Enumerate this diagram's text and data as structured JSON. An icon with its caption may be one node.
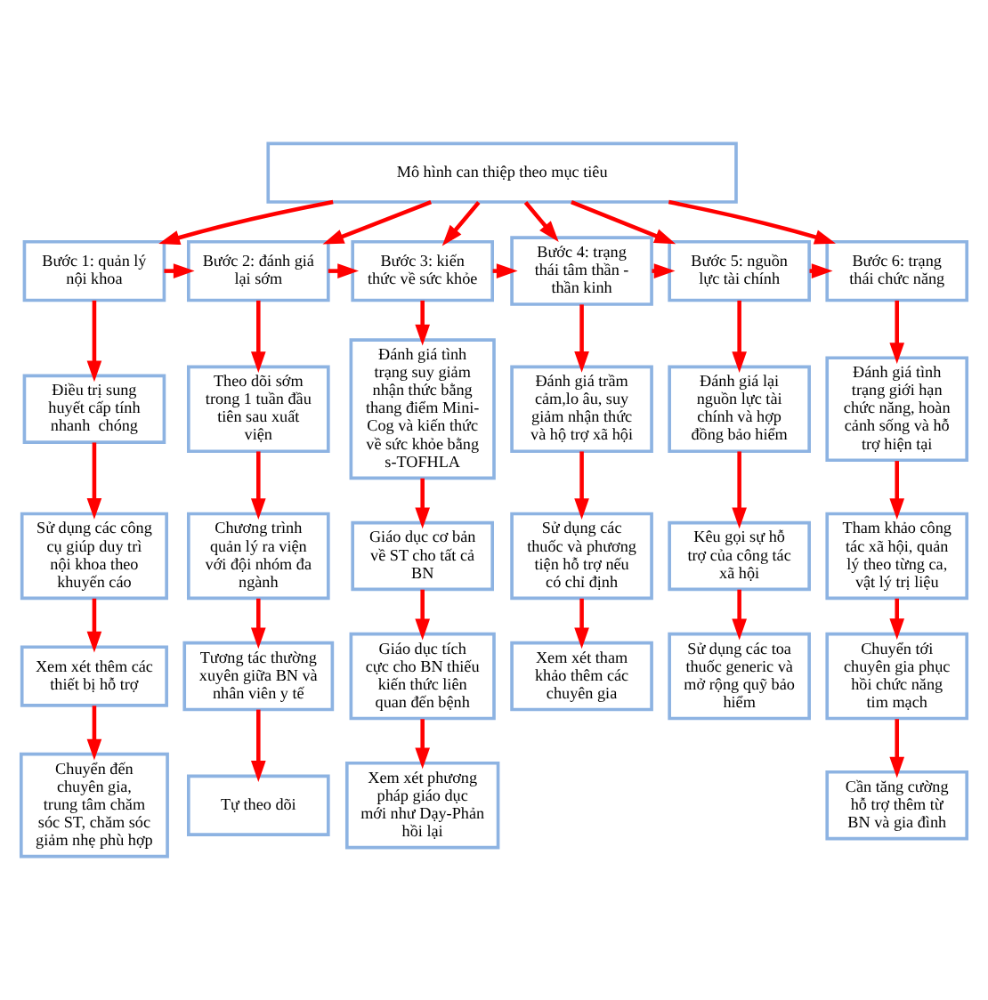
{
  "diagram": {
    "nodes": [
      {
        "text": [
          "Mô hình can thiệp theo mục tiêu"
        ]
      },
      {
        "text": [
          "Bước 1: quản lý nội khoa"
        ]
      },
      {
        "text": [
          "Bước 2: đánh giá lại sớm"
        ]
      },
      {
        "text": [
          "Bước 3: kiến thức về sức khỏe"
        ]
      },
      {
        "text": [
          "Bước 4: trạng thái tâm thần - thần kinh"
        ]
      },
      {
        "text": [
          "Bước 5: nguồn lực tài chính"
        ]
      },
      {
        "text": [
          "Bước 6: trạng thái chức năng"
        ]
      },
      {
        "text": [
          "Điều trị sung huyết cấp tính nhanh  chóng"
        ]
      },
      {
        "text": [
          "Sử dụng các công cụ giúp duy trì nội khoa theo khuyến cáo"
        ]
      },
      {
        "text": [
          "Xem xét thêm các thiết bị hỗ trợ"
        ]
      },
      {
        "text": [
          "Chuyển đến chuyên gia, trung tâm chăm sóc ST, chăm sóc giảm nhẹ phù hợp"
        ]
      },
      {
        "text": [
          "Theo dõi sớm trong 1 tuần đầu tiên sau xuất viện"
        ]
      },
      {
        "text": [
          "Chương trình quản lý ra viện với đội nhóm đa ngành"
        ]
      },
      {
        "text": [
          "Tương tác thường xuyên giữa BN và nhân viên y tế"
        ]
      },
      {
        "text": [
          "Tự theo dõi"
        ]
      },
      {
        "text": [
          "Đánh giá tình trạng suy giảm nhận thức bằng thang điểm Mini-Cog và kiến thức về sức khỏe bằng s-TOFHLA"
        ]
      },
      {
        "text": [
          "Giáo dục cơ bản về ST cho tất cả BN"
        ]
      },
      {
        "text": [
          "Giáo dục tích cực cho BN thiếu kiến thức liên quan đến bệnh"
        ]
      },
      {
        "text": [
          "Xem xét phương pháp giáo dục mới như Dạy-Phản hồi lại"
        ]
      },
      {
        "text": [
          "Đánh giá trầm cảm,lo âu, suy giảm nhận thức và hộ trợ xã hội"
        ]
      },
      {
        "text": [
          "Sử dụng các thuốc và phương tiện hỗ trợ nếu có chỉ định"
        ]
      },
      {
        "text": [
          "Xem xét tham khảo thêm các chuyên gia"
        ]
      },
      {
        "text": [
          "Đánh giá lại nguồn lực tài chính và hợp đồng bảo hiểm"
        ]
      },
      {
        "text": [
          "Kêu gọi sự hỗ trợ của công tác xã hội"
        ]
      },
      {
        "text": [
          "Sử dụng các toa thuốc generic và mở rộng quỹ bảo hiểm"
        ]
      },
      {
        "text": [
          "Đánh giá tình trạng giới hạn chức năng, hoàn cảnh sống và hỗ trợ hiện tại"
        ]
      },
      {
        "text": [
          "Tham khảo công tác xã hội, quản lý theo từng ca, vật lý trị liệu"
        ]
      },
      {
        "text": [
          "Chuyển tới chuyên gia phục hồi chức năng tim mạch"
        ]
      },
      {
        "text": [
          "Cần tăng cường hỗ trợ thêm từ BN và gia đình"
        ]
      }
    ],
    "edges": [
      {
        "from": 0,
        "to": 1,
        "arrow": "to"
      },
      {
        "from": 0,
        "to": 2,
        "arrow": "to"
      },
      {
        "from": 0,
        "to": 3,
        "arrow": "to"
      },
      {
        "from": 0,
        "to": 4,
        "arrow": "to"
      },
      {
        "from": 0,
        "to": 5,
        "arrow": "to"
      },
      {
        "from": 0,
        "to": 6,
        "arrow": "to"
      },
      {
        "from": 1,
        "to": 2,
        "arrow": "to"
      },
      {
        "from": 2,
        "to": 3,
        "arrow": "to"
      },
      {
        "from": 3,
        "to": 4,
        "arrow": "to"
      },
      {
        "from": 4,
        "to": 5,
        "arrow": "to"
      },
      {
        "from": 5,
        "to": 6,
        "arrow": "to"
      },
      {
        "from": 1,
        "to": 7,
        "arrow": "to"
      },
      {
        "from": 7,
        "to": 8,
        "arrow": "to"
      },
      {
        "from": 8,
        "to": 9,
        "arrow": "to"
      },
      {
        "from": 9,
        "to": 10,
        "arrow": "to"
      },
      {
        "from": 2,
        "to": 11,
        "arrow": "to"
      },
      {
        "from": 11,
        "to": 12,
        "arrow": "to"
      },
      {
        "from": 12,
        "to": 13,
        "arrow": "to"
      },
      {
        "from": 13,
        "to": 14,
        "arrow": "to"
      },
      {
        "from": 3,
        "to": 15,
        "arrow": "to"
      },
      {
        "from": 15,
        "to": 16,
        "arrow": "to"
      },
      {
        "from": 16,
        "to": 17,
        "arrow": "to"
      },
      {
        "from": 17,
        "to": 18,
        "arrow": "to"
      },
      {
        "from": 4,
        "to": 19,
        "arrow": "to"
      },
      {
        "from": 19,
        "to": 20,
        "arrow": "to"
      },
      {
        "from": 20,
        "to": 21,
        "arrow": "to"
      },
      {
        "from": 5,
        "to": 22,
        "arrow": "to"
      },
      {
        "from": 22,
        "to": 23,
        "arrow": "to"
      },
      {
        "from": 23,
        "to": 24,
        "arrow": "to"
      },
      {
        "from": 6,
        "to": 25,
        "arrow": "to"
      },
      {
        "from": 25,
        "to": 26,
        "arrow": "to"
      },
      {
        "from": 26,
        "to": 27,
        "arrow": "to"
      },
      {
        "from": 27,
        "to": 28,
        "arrow": "to"
      }
    ]
  }
}
